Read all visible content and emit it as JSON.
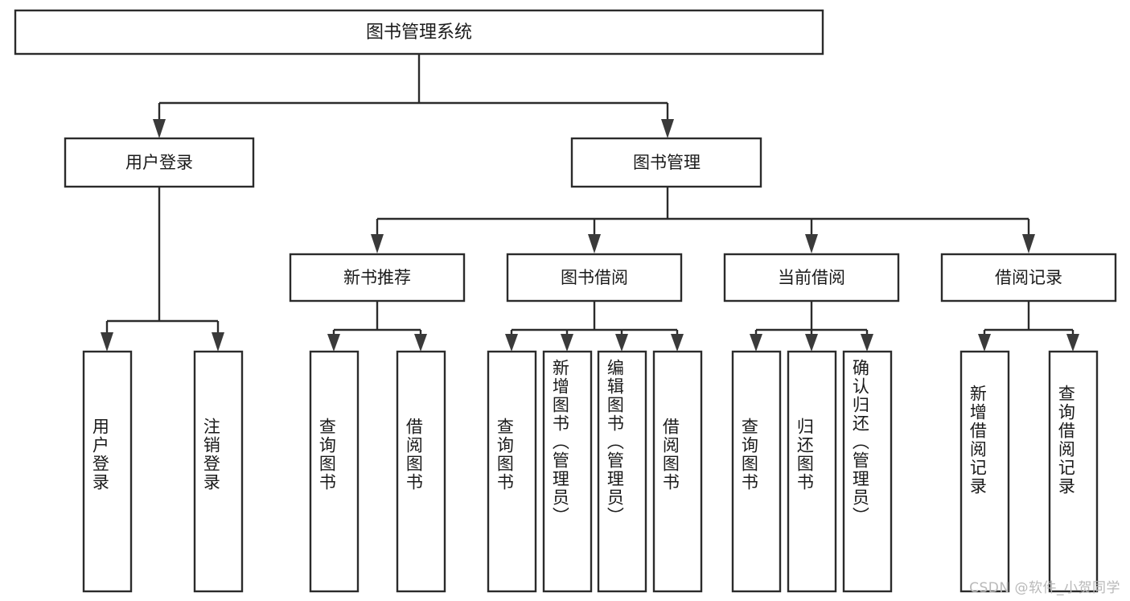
{
  "diagram": {
    "type": "tree-hierarchy",
    "title": "图书管理系统",
    "orientation": "top-down",
    "watermark": "CSDN @软件_小贺同学",
    "colors": {
      "box_border": "#2b2b2b",
      "box_fill": "#ffffff",
      "connector": "#2b2b2b",
      "arrow": "#3a3a3a",
      "text": "#1a1a1a",
      "watermark": "#b9b9b9"
    },
    "root": {
      "label": "图书管理系统",
      "children": [
        {
          "label": "用户登录",
          "children": [
            {
              "label": "用户登录"
            },
            {
              "label": "注销登录"
            }
          ]
        },
        {
          "label": "图书管理",
          "children": [
            {
              "label": "新书推荐",
              "children": [
                {
                  "label": "查询图书"
                },
                {
                  "label": "借阅图书"
                }
              ]
            },
            {
              "label": "图书借阅",
              "children": [
                {
                  "label": "查询图书"
                },
                {
                  "label": "新增图书（管理员）"
                },
                {
                  "label": "编辑图书（管理员）"
                },
                {
                  "label": "借阅图书"
                }
              ]
            },
            {
              "label": "当前借阅",
              "children": [
                {
                  "label": "查询图书"
                },
                {
                  "label": "归还图书"
                },
                {
                  "label": "确认归还（管理员）"
                }
              ]
            },
            {
              "label": "借阅记录",
              "children": [
                {
                  "label": "新增借阅记录"
                },
                {
                  "label": "查询借阅记录"
                }
              ]
            }
          ]
        }
      ]
    },
    "nodes": {
      "root": {
        "label": "图书管理系统"
      },
      "l1": [
        {
          "label": "用户登录"
        },
        {
          "label": "图书管理"
        }
      ],
      "l2": [
        {
          "label": "新书推荐"
        },
        {
          "label": "图书借阅"
        },
        {
          "label": "当前借阅"
        },
        {
          "label": "借阅记录"
        }
      ],
      "leaves": [
        {
          "label": "用户登录"
        },
        {
          "label": "注销登录"
        },
        {
          "label": "查询图书"
        },
        {
          "label": "借阅图书"
        },
        {
          "label": "查询图书"
        },
        {
          "label": "新增图书（管理员）"
        },
        {
          "label": "编辑图书（管理员）"
        },
        {
          "label": "借阅图书"
        },
        {
          "label": "查询图书"
        },
        {
          "label": "归还图书"
        },
        {
          "label": "确认归还（管理员）"
        },
        {
          "label": "新增借阅记录"
        },
        {
          "label": "查询借阅记录"
        }
      ]
    }
  }
}
